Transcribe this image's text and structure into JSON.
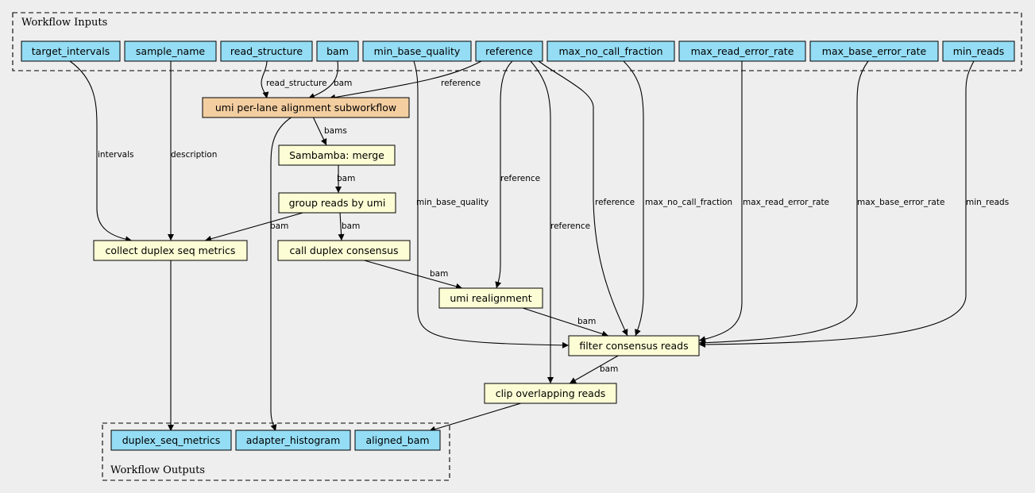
{
  "colors": {
    "input": "#94ddf4",
    "subworkflow": "#f3cea1",
    "step": "#fdfdd5",
    "background": "#eeeeee"
  },
  "clusters": {
    "inputs": "Workflow Inputs",
    "outputs": "Workflow Outputs"
  },
  "nodes": {
    "target_intervals": "target_intervals",
    "sample_name": "sample_name",
    "read_structure": "read_structure",
    "bam": "bam",
    "min_base_quality": "min_base_quality",
    "reference": "reference",
    "max_no_call_fraction": "max_no_call_fraction",
    "max_read_error_rate": "max_read_error_rate",
    "max_base_error_rate": "max_base_error_rate",
    "min_reads": "min_reads",
    "umi_align": "umi per-lane alignment subworkflow",
    "merge": "Sambamba: merge",
    "group": "group reads by umi",
    "duplex_metrics": "collect duplex seq metrics",
    "consensus": "call duplex consensus",
    "realign": "umi realignment",
    "filter": "filter consensus reads",
    "clip": "clip overlapping reads",
    "out_duplex_seq_metrics": "duplex_seq_metrics",
    "out_adapter_histogram": "adapter_histogram",
    "out_aligned_bam": "aligned_bam"
  },
  "edge_labels": {
    "read_structure": "read_structure",
    "bam_in": "bam",
    "reference_umi": "reference",
    "bams": "bams",
    "intervals": "intervals",
    "description": "description",
    "merge_bam": "bam",
    "group_metrics_bam": "bam",
    "group_consensus_bam": "bam",
    "min_base_quality": "min_base_quality",
    "reference_realign": "reference",
    "reference_clip": "reference",
    "reference_filter": "reference",
    "max_no_call_fraction": "max_no_call_fraction",
    "max_read_error_rate": "max_read_error_rate",
    "max_base_error_rate": "max_base_error_rate",
    "min_reads": "min_reads",
    "consensus_bam": "bam",
    "realign_bam": "bam",
    "filter_bam": "bam"
  }
}
